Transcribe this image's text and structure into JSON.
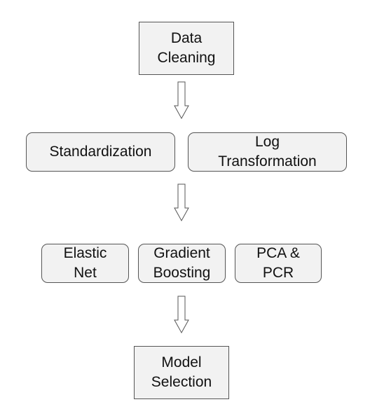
{
  "nodes": {
    "data_cleaning": "Data\nCleaning",
    "standardization": "Standardization",
    "log_transformation": "Log\nTransformation",
    "elastic_net": "Elastic\nNet",
    "gradient_boosting": "Gradient\nBoosting",
    "pca_pcr": "PCA &\nPCR",
    "model_selection": "Model\nSelection"
  },
  "colors": {
    "box_fill": "#f2f2f2",
    "box_border": "#555555",
    "arrow_fill": "#ffffff",
    "arrow_stroke": "#555555"
  }
}
